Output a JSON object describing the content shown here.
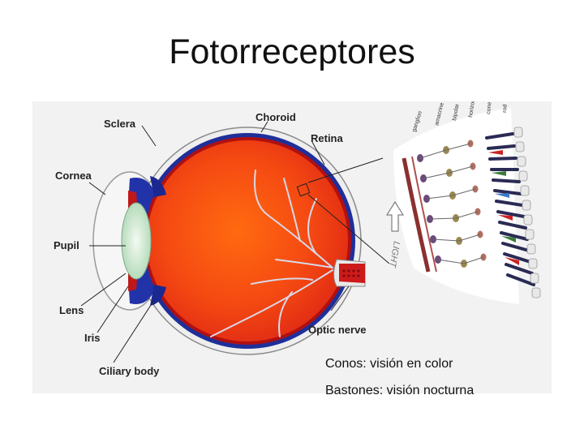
{
  "slide": {
    "title": "Fotorreceptores"
  },
  "diagram": {
    "labels": {
      "sclera": "Sclera",
      "choroid": "Choroid",
      "retina": "Retina",
      "cornea": "Cornea",
      "pupil": "Pupil",
      "lens": "Lens",
      "iris": "Iris",
      "ciliary_body": "Ciliary body",
      "optic_nerve": "Optic nerve",
      "light": "LIGHT"
    },
    "retina_layers": [
      "ganglion",
      "amacrine",
      "bipolar",
      "horizontal",
      "cone",
      "rod"
    ]
  },
  "captions": {
    "cones": "Conos: visión en color",
    "rods": "Bastones: visión nocturna"
  }
}
